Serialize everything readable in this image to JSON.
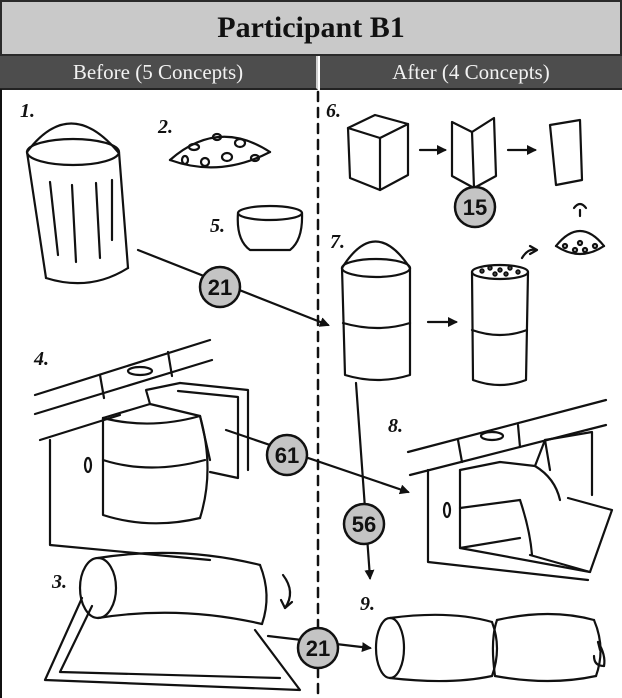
{
  "title": "Participant B1",
  "columns": {
    "before": "Before (5 Concepts)",
    "after": "After (4 Concepts)"
  },
  "concepts": [
    {
      "label": "1.",
      "icon": "trash-can-sketch"
    },
    {
      "label": "2.",
      "icon": "dotted-dome-lid-sketch"
    },
    {
      "label": "3.",
      "icon": "roll-on-stand-sketch"
    },
    {
      "label": "4.",
      "icon": "drawer-bin-sketch"
    },
    {
      "label": "5.",
      "icon": "small-bowl-sketch"
    },
    {
      "label": "6.",
      "icon": "folding-box-sketch"
    },
    {
      "label": "7.",
      "icon": "cylinder-with-lid-sketch"
    },
    {
      "label": "8.",
      "icon": "stepped-drawer-bin-sketch"
    },
    {
      "label": "9.",
      "icon": "split-cylinder-sketch"
    }
  ],
  "badges": [
    "21",
    "15",
    "61",
    "56",
    "21"
  ],
  "colors": {
    "header_bg": "#c9c9c9",
    "subheader_bg": "#4d4d4d",
    "badge_fill": "#c4c4c4",
    "ink": "#111111"
  }
}
